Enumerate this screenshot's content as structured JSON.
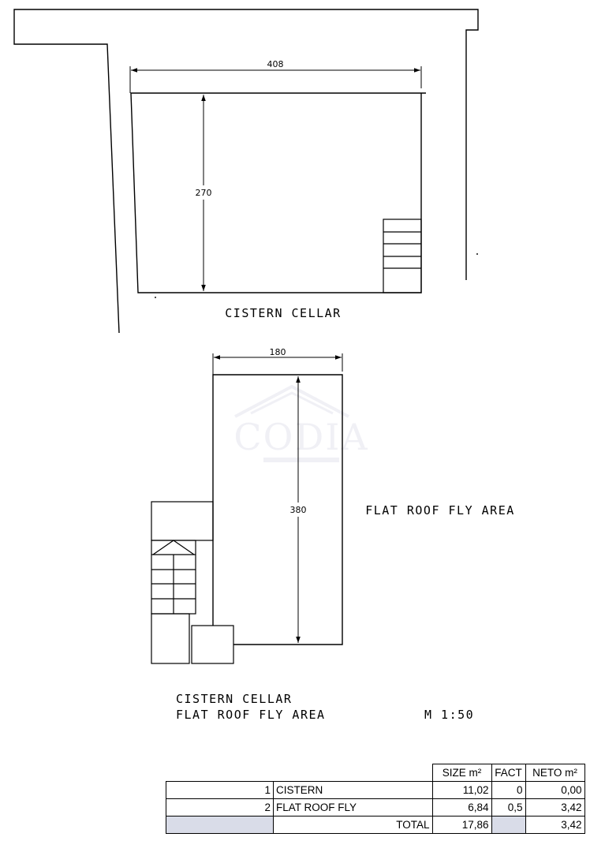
{
  "plan_upper": {
    "width_dim": "408",
    "height_dim": "270",
    "caption": "CISTERN CELLAR"
  },
  "plan_lower": {
    "width_dim": "180",
    "height_dim": "380",
    "caption": "FLAT ROOF FLY AREA"
  },
  "watermark": {
    "text": "CODIA",
    "color": "#e4e4ee"
  },
  "title_block": {
    "line1": "CISTERN CELLAR",
    "line2": "FLAT ROOF FLY AREA",
    "scale": "M 1:50"
  },
  "area_table": {
    "headers": [
      "SIZE m²",
      "FACT",
      "NETO m²"
    ],
    "rows": [
      {
        "no": "1",
        "name": "CISTERN",
        "size": "11,02",
        "fact": "0",
        "neto": "0,00"
      },
      {
        "no": "2",
        "name": "FLAT ROOF FLY",
        "size": "6,84",
        "fact": "0,5",
        "neto": "3,42"
      }
    ],
    "total": {
      "label": "TOTAL",
      "size": "17,86",
      "neto": "3,42"
    },
    "shade_color": "#d9dce8"
  }
}
